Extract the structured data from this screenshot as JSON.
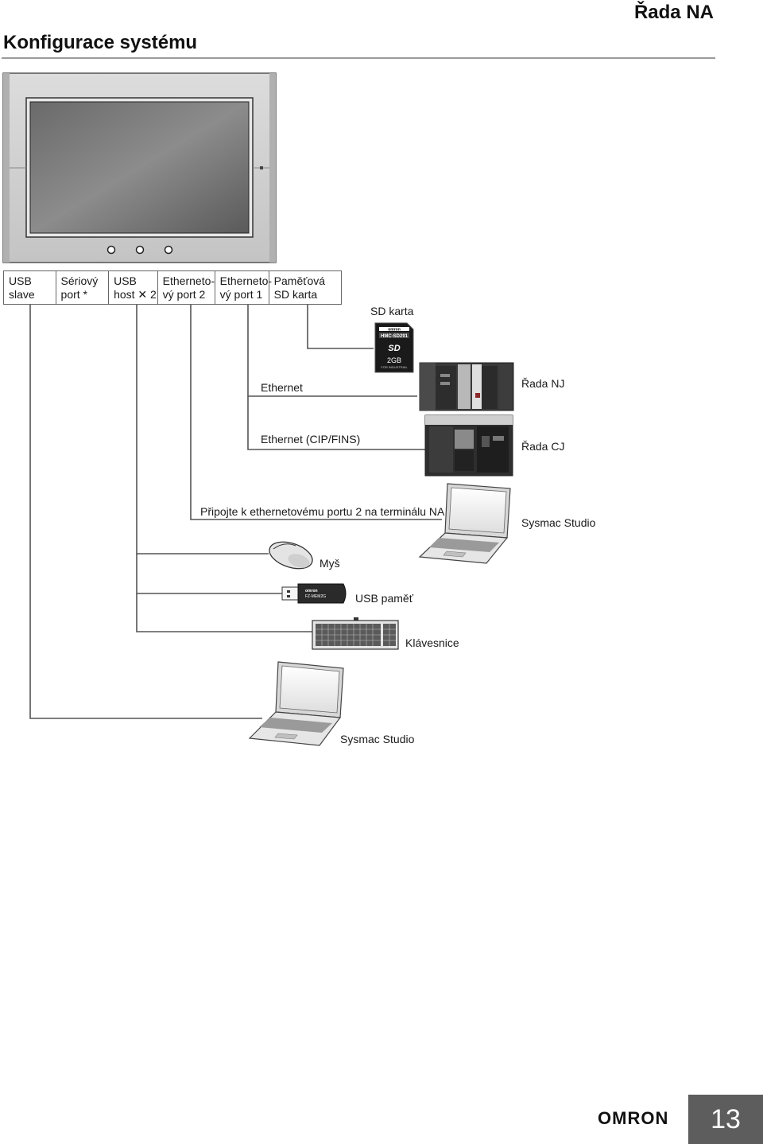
{
  "header": {
    "series": "Řada NA",
    "title": "Konfigurace systému"
  },
  "ports": [
    {
      "line1": "USB",
      "line2": "slave"
    },
    {
      "line1": "Sériový",
      "line2": "port *"
    },
    {
      "line1": "USB",
      "line2": "host ✕ 2"
    },
    {
      "line1": "Etherneto-",
      "line2": "vý port 2"
    },
    {
      "line1": "Etherneto-",
      "line2": "vý port 1"
    },
    {
      "line1": "Paměťová",
      "line2": "SD karta"
    }
  ],
  "labels": {
    "sd_card": "SD karta",
    "ethernet": "Ethernet",
    "nj_series": "Řada NJ",
    "ethernet_cip": "Ethernet (CIP/FINS)",
    "cj_series": "Řada CJ",
    "connect_note": "Připojte k ethernetovému portu 2 na terminálu NA",
    "sysmac_top": "Sysmac Studio",
    "mouse": "Myš",
    "usb_memory": "USB paměť",
    "keyboard": "Klávesnice",
    "sysmac_bottom": "Sysmac Studio"
  },
  "sd_card_print": {
    "brand": "omron",
    "model": "HMC-SD291",
    "logo": "SD",
    "capacity": "2GB",
    "note": "FOR INDUSTRIAL"
  },
  "usb_stick_print": {
    "brand": "omron",
    "model": "FZ-MEM2G"
  },
  "footer": {
    "logo": "OMRON",
    "page_number": "13"
  }
}
